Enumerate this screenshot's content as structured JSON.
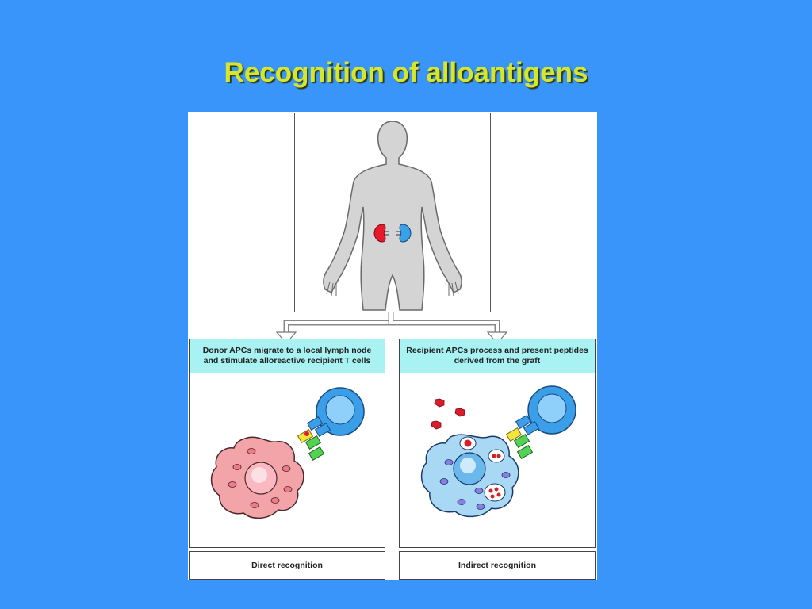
{
  "slide": {
    "title": "Recognition of alloantigens"
  },
  "panels": {
    "left": {
      "header": "Donor APCs migrate to a local lymph node and stimulate alloreactive recipient T cells",
      "caption": "Direct recognition"
    },
    "right": {
      "header": "Recipient APCs process and present peptides derived from the graft",
      "caption": "Indirect recognition"
    }
  },
  "colors": {
    "background": "#3a95fa",
    "title": "#d6e62a",
    "panel_header": "#a8f2f4",
    "donor_apc": "#f2a4a8",
    "recipient_apc": "#a9d8f5",
    "t_cell": "#3a9ee8",
    "donor_kidney": "#e8192c",
    "recipient_kidney": "#3aa0e8",
    "peptide": "#d81e2a"
  }
}
